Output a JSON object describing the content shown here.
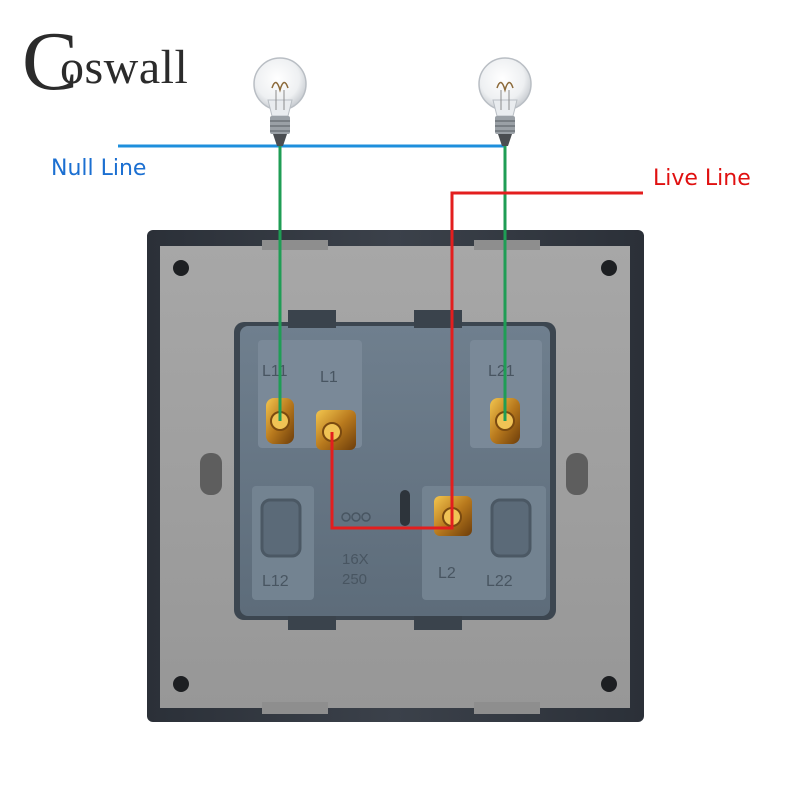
{
  "brand": {
    "initial": "C",
    "rest": "oswall"
  },
  "labels": {
    "null_line": "Null Line",
    "live_line": "Live Line"
  },
  "terminals": {
    "l11": "L11",
    "l1": "L1",
    "l21": "L21",
    "l12": "L12",
    "l2": "L2",
    "l22": "L22"
  },
  "rating": {
    "amps": "16X",
    "volts": "250"
  },
  "colors": {
    "null_line": "#1e8fdc",
    "live_line": "#e31e1e",
    "load_wire": "#1f9d55",
    "null_text": "#1b6fd1",
    "live_text": "#e01010"
  },
  "icons": [
    "light-bulb-icon",
    "light-bulb-icon",
    "screw-terminal-icon",
    "mounting-hole-icon"
  ]
}
